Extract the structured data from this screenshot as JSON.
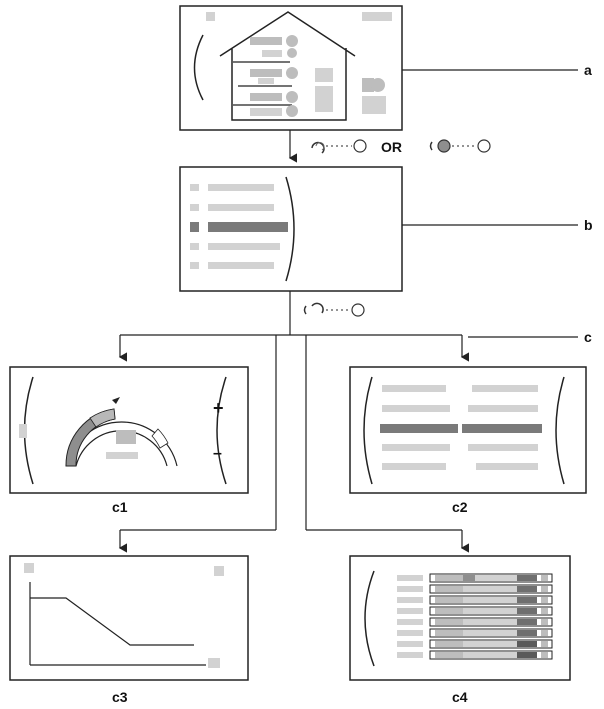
{
  "labels": {
    "a": "a",
    "b": "b",
    "c": "c",
    "c1": "c1",
    "c2": "c2",
    "c3": "c3",
    "c4": "c4",
    "or": "OR",
    "plus": "+",
    "minus": "–"
  },
  "colors": {
    "stroke": "#222222",
    "placeholder_light": "#d2d2d2",
    "placeholder_mid": "#bdbdbd",
    "placeholder_dark": "#7a7a7a",
    "gauge_fill": "#8e8e8e",
    "gauge_segment": "#b8b8b8"
  }
}
